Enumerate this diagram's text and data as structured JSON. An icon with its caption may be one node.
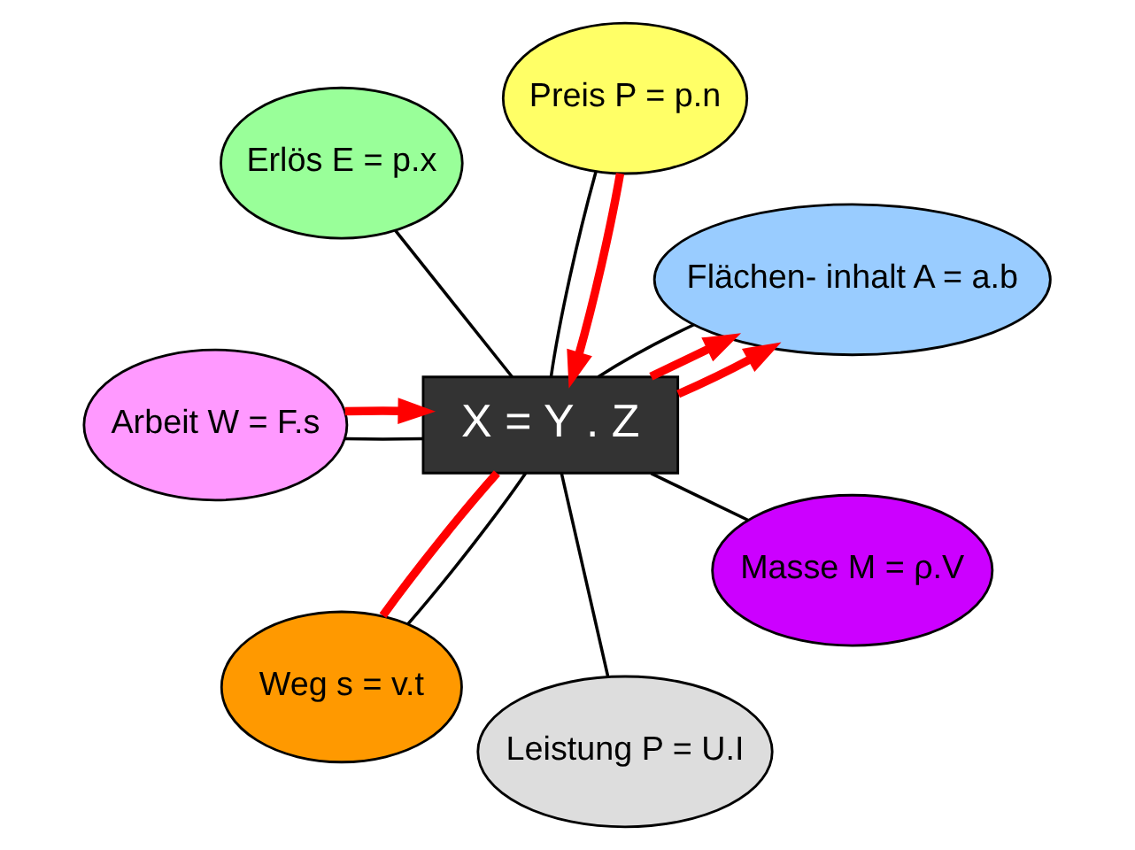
{
  "diagram": {
    "nodes": [
      {
        "text": [
          "X = Y . Z"
        ]
      },
      {
        "text": [
          "Flächen- inhalt A = a.b"
        ]
      },
      {
        "text": [
          "Preis P = p.n"
        ]
      },
      {
        "text": [
          "Erlös E = p.x"
        ]
      },
      {
        "text": [
          "Arbeit W = F.s"
        ]
      },
      {
        "text": [
          "Weg s = v.t"
        ]
      },
      {
        "text": [
          "Leistung P = U.I"
        ]
      },
      {
        "text": [
          "Masse M = ρ.V"
        ]
      }
    ],
    "edges": [
      {
        "from": 0,
        "to": 1,
        "arrow": "none"
      },
      {
        "from": 0,
        "to": 1,
        "arrow": "to",
        "style": "thick",
        "color": "#ff0000"
      },
      {
        "from": 0,
        "to": 1,
        "arrow": "to",
        "style": "thick",
        "color": "#ff0000"
      },
      {
        "from": 0,
        "to": 2,
        "arrow": "none"
      },
      {
        "from": 2,
        "to": 0,
        "arrow": "to",
        "style": "thick",
        "color": "#ff0000"
      },
      {
        "from": 0,
        "to": 3,
        "arrow": "none"
      },
      {
        "from": 0,
        "to": 4,
        "arrow": "none"
      },
      {
        "from": 4,
        "to": 0,
        "arrow": "to",
        "style": "thick",
        "color": "#ff0000"
      },
      {
        "from": 0,
        "to": 5,
        "arrow": "none"
      },
      {
        "from": 0,
        "to": 5,
        "arrow": "none",
        "style": "thick",
        "color": "#ff0000"
      },
      {
        "from": 0,
        "to": 6,
        "arrow": "none"
      },
      {
        "from": 0,
        "to": 7,
        "arrow": "none"
      }
    ]
  }
}
